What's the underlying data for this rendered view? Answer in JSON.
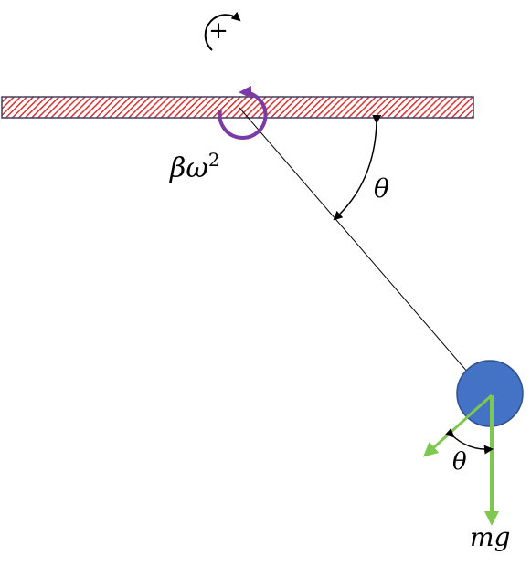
{
  "labels": {
    "sign_convention": "+",
    "damping_base": "βω",
    "damping_exp": "2",
    "angle_main": "θ",
    "angle_force": "θ",
    "weight": "mg"
  },
  "colors": {
    "ceiling_hatch": "#e03030",
    "ceiling_border": "#404060",
    "damping_arrow": "#7b3aa6",
    "bob_fill": "#4472c4",
    "bob_border": "#2f4f8f",
    "force_arrows": "#7ec850",
    "line": "#000000"
  },
  "icons": {
    "rotation": "clockwise-rotation-icon"
  }
}
